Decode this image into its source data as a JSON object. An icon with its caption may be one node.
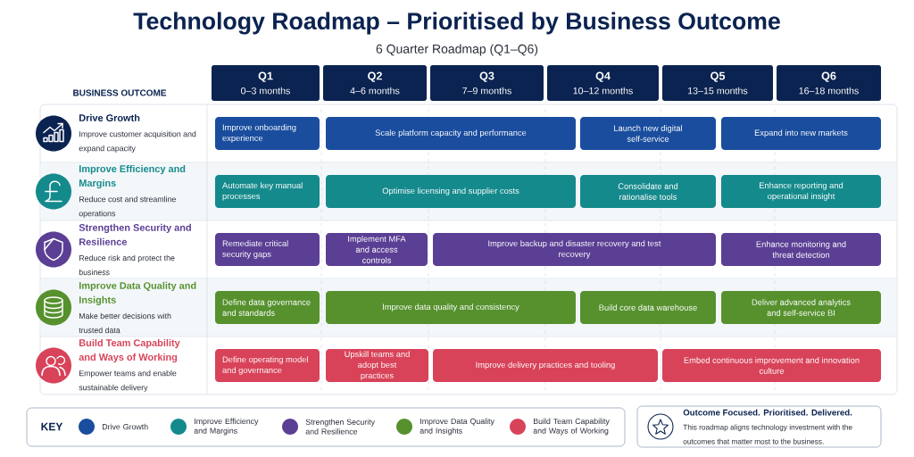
{
  "diagram": {
    "title": "Technology Roadmap – Prioritised by Business Outcome",
    "nodes": [
      {
        "text": [
          "Q1",
          "0–3 months"
        ]
      },
      {
        "text": [
          "Q2",
          "4–6 months"
        ]
      },
      {
        "text": [
          "Q3",
          "7–9 months"
        ]
      },
      {
        "text": [
          "Q4",
          "10–12 months"
        ]
      },
      {
        "text": [
          "Q5",
          "13–15 months"
        ]
      },
      {
        "text": [
          "Q6",
          "16–18 months"
        ]
      },
      {
        "text": [
          "Drive Growth",
          "Improve customer acquisition and expand capacity"
        ]
      },
      {
        "text": [
          "Improve onboarding experience"
        ]
      },
      {
        "text": [
          "Scale platform capacity and performance"
        ]
      },
      {
        "text": [
          "Launch new digital self-service"
        ]
      },
      {
        "text": [
          "Expand into new markets"
        ]
      },
      {
        "text": [
          "Improve Efficiency and Margins",
          "Reduce cost and streamline operations"
        ]
      },
      {
        "text": [
          "Automate key manual processes"
        ]
      },
      {
        "text": [
          "Optimise licensing and supplier costs"
        ]
      },
      {
        "text": [
          "Consolidate and rationalise tools"
        ]
      },
      {
        "text": [
          "Enhance reporting and operational insight"
        ]
      },
      {
        "text": [
          "Strengthen Security and Resilience",
          "Reduce risk and protect the business"
        ]
      },
      {
        "text": [
          "Remediate critical security gaps"
        ]
      },
      {
        "text": [
          "Implement MFA and access controls"
        ]
      },
      {
        "text": [
          "Improve backup and disaster recovery and test recovery"
        ]
      },
      {
        "text": [
          "Enhance monitoring and threat detection"
        ]
      },
      {
        "text": [
          "Improve Data Quality and Insights",
          "Make better decisions with trusted data"
        ]
      },
      {
        "text": [
          "Define data governance and standards"
        ]
      },
      {
        "text": [
          "Improve data quality and consistency"
        ]
      },
      {
        "text": [
          "Build core data warehouse"
        ]
      },
      {
        "text": [
          "Deliver advanced analytics and self-service BI"
        ]
      },
      {
        "text": [
          "Build Team Capability and Ways of Working",
          "Empower teams and enable sustainable delivery"
        ]
      },
      {
        "text": [
          "Define operating model and governance"
        ]
      },
      {
        "text": [
          "Upskill teams and adopt best practices"
        ]
      },
      {
        "text": [
          "Improve delivery practices and tooling"
        ]
      },
      {
        "text": [
          "Embed continuous improvement and innovation culture"
        ]
      },
      {
        "text": [
          "Outcome Focused. Prioritised. Delivered.",
          "This roadmap aligns technology investment with the outcomes that matter most to the business."
        ]
      }
    ],
    "labels": [
      "6 Quarter Roadmap (Q1–Q6)",
      "BUSINESS OUTCOME",
      "KEY"
    ],
    "legend": [
      {
        "text": "Drive Growth",
        "color": "#1a4d9e"
      },
      {
        "text": "Improve Efficiency and Margins",
        "color": "#158a8c"
      },
      {
        "text": "Strengthen Security and Resilience",
        "color": "#5b3f94"
      },
      {
        "text": "Improve Data Quality and Insights",
        "color": "#56912e"
      },
      {
        "text": "Build Team Capability and Ways of Working",
        "color": "#d8435a"
      }
    ]
  }
}
